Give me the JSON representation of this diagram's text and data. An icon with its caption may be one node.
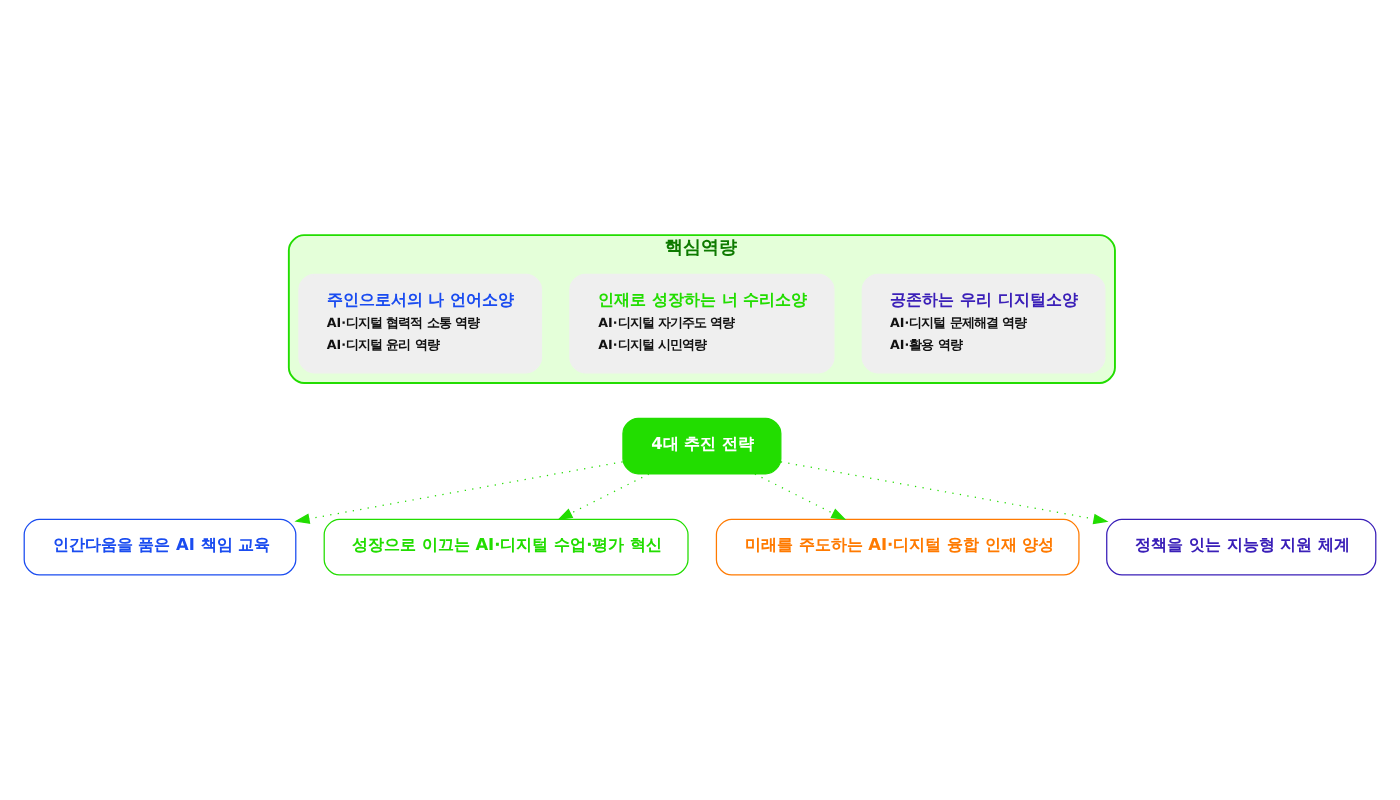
{
  "diagram": {
    "nodes": [
      {
        "text": [
          "핵심역량"
        ]
      },
      {
        "text": [
          "주인으로서의 나 언어소양",
          "AI·디지털 협력적 소통 역량",
          "AI·디지털 윤리 역량"
        ],
        "in": 0
      },
      {
        "text": [
          "인재로 성장하는 너 수리소양",
          "AI·디지털 자기주도 역량",
          "AI·디지털 시민역량"
        ],
        "in": 0
      },
      {
        "text": [
          "공존하는 우리 디지털소양",
          "AI·디지털 문제해결 역량",
          "AI·활용 역량"
        ],
        "in": 0
      },
      {
        "text": [
          "4대 추진 전략"
        ]
      },
      {
        "text": [
          "인간다움을 품은 AI 책임 교육"
        ]
      },
      {
        "text": [
          "성장으로 이끄는 AI·디지털 수업·평가 혁신"
        ]
      },
      {
        "text": [
          "미래를 주도하는 AI·디지털 융합 인재 양성"
        ]
      },
      {
        "text": [
          "정책을 잇는 지능형 지원 체계"
        ]
      }
    ],
    "edges": [
      {
        "from": 4,
        "to": 5,
        "arrow": "to",
        "style": "dashed"
      },
      {
        "from": 4,
        "to": 6,
        "arrow": "to",
        "style": "dashed"
      },
      {
        "from": 4,
        "to": 7,
        "arrow": "to",
        "style": "dashed"
      },
      {
        "from": 4,
        "to": 8,
        "arrow": "to",
        "style": "dashed"
      }
    ]
  }
}
